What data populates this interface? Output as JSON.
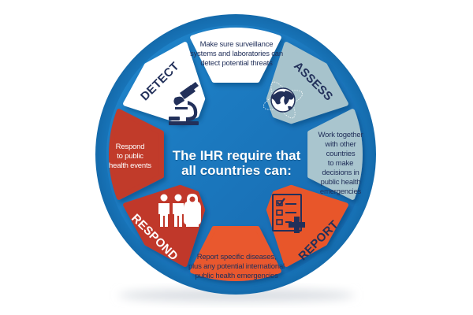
{
  "title": {
    "line1": "The IHR require that",
    "line2": "all countries can:"
  },
  "colors": {
    "ring_blue": "#1a7cc4",
    "inner_blue": "#1b78c0",
    "white_tile": "#ffffff",
    "assess_tile": "#a7c3cc",
    "right_tile": "#a9c5ce",
    "report_tile": "#e8562c",
    "bottom_tile": "#e9582d",
    "respond_tile": "#c0382b",
    "left_tile": "#c13a2c",
    "navy": "#22305a"
  },
  "segments": {
    "detect": {
      "label": "DETECT",
      "icon": "microscope-icon",
      "description": "Make sure surveillance systems and laboratories can detect potential threats",
      "desc_lines": [
        "Make sure surveillance",
        "systems and laboratories can",
        "detect potential threats"
      ]
    },
    "assess": {
      "label": "ASSESS",
      "icon": "globe-icon",
      "description": "Work together with other countries to make decisions in public health emergencies",
      "desc_lines": [
        "Work together",
        "with other",
        "countries",
        "to make",
        "decisions in",
        "public health",
        "emergencies"
      ]
    },
    "report": {
      "label": "REPORT",
      "icon": "checklist-medical-icon",
      "description": "Report specific diseases, plus any potential international public health emergencies",
      "desc_lines": [
        "Report specific diseases,",
        "plus any potential international",
        "public health emergencies"
      ]
    },
    "respond": {
      "label": "RESPOND",
      "icon": "health-workers-icon",
      "description": "Respond to public health events",
      "desc_lines": [
        "Respond",
        "to public",
        "health events"
      ]
    }
  }
}
